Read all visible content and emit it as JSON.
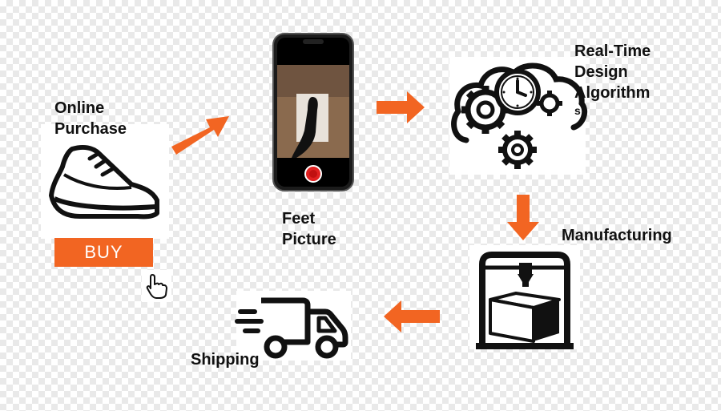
{
  "steps": {
    "purchase": {
      "label_line1": "Online",
      "label_line2": "Purchase",
      "button_label": "BUY"
    },
    "picture": {
      "label_line1": "Feet",
      "label_line2": "Picture"
    },
    "design": {
      "label_line1": "Real-Time",
      "label_line2": "Design",
      "label_line3": "Algorithm",
      "label_line4": "s"
    },
    "manufacturing": {
      "label": "Manufacturing"
    },
    "shipping": {
      "label": "Shipping"
    }
  },
  "icons": {
    "shoe": "sneaker-icon",
    "cursor": "hand-pointer-icon",
    "phone": "smartphone-camera-icon",
    "cloud": "cloud-gears-clock-icon",
    "printer": "3d-printer-icon",
    "truck": "delivery-truck-icon",
    "arrow": "arrow-icon"
  },
  "colors": {
    "accent": "#f26522",
    "text": "#111111",
    "background": "#ffffff"
  }
}
